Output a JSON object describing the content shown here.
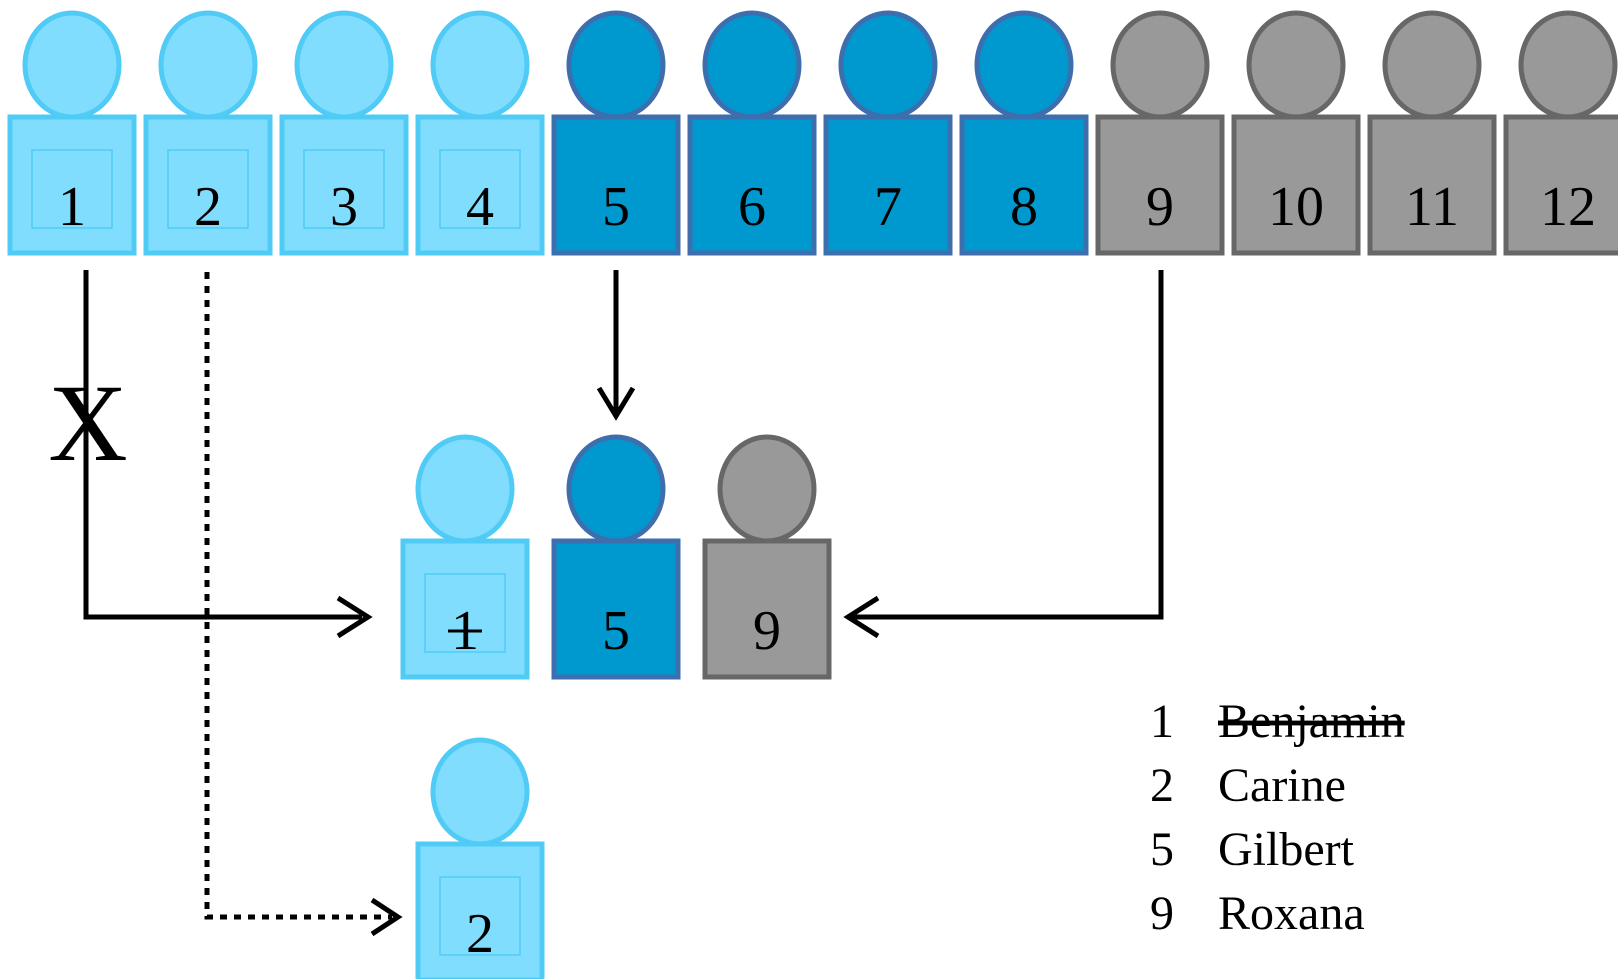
{
  "colors": {
    "light": {
      "fill": "#81DDFE",
      "stroke": "#4FCBF6",
      "inner": "#4FCBF6"
    },
    "dark": {
      "fill": "#0099CF",
      "stroke": "#3D6FAE"
    },
    "gray": {
      "fill": "#999999",
      "stroke": "#676767"
    },
    "arrow": "#000000"
  },
  "top_row": [
    {
      "label": "1",
      "style": "light"
    },
    {
      "label": "2",
      "style": "light"
    },
    {
      "label": "3",
      "style": "light"
    },
    {
      "label": "4",
      "style": "light"
    },
    {
      "label": "5",
      "style": "dark"
    },
    {
      "label": "6",
      "style": "dark"
    },
    {
      "label": "7",
      "style": "dark"
    },
    {
      "label": "8",
      "style": "dark"
    },
    {
      "label": "9",
      "style": "gray"
    },
    {
      "label": "10",
      "style": "gray"
    },
    {
      "label": "11",
      "style": "gray"
    },
    {
      "label": "12",
      "style": "gray"
    }
  ],
  "selected_group": [
    {
      "label": "1",
      "style": "light",
      "struck": true
    },
    {
      "label": "5",
      "style": "dark",
      "struck": false
    },
    {
      "label": "9",
      "style": "gray",
      "struck": false
    }
  ],
  "replacement": {
    "label": "2",
    "style": "light"
  },
  "x_mark": "X",
  "legend": [
    {
      "number": "1",
      "name": "Benjamin",
      "struck": true
    },
    {
      "number": "2",
      "name": "Carine",
      "struck": false
    },
    {
      "number": "5",
      "name": "Gilbert",
      "struck": false
    },
    {
      "number": "9",
      "name": "Roxana",
      "struck": false
    }
  ]
}
